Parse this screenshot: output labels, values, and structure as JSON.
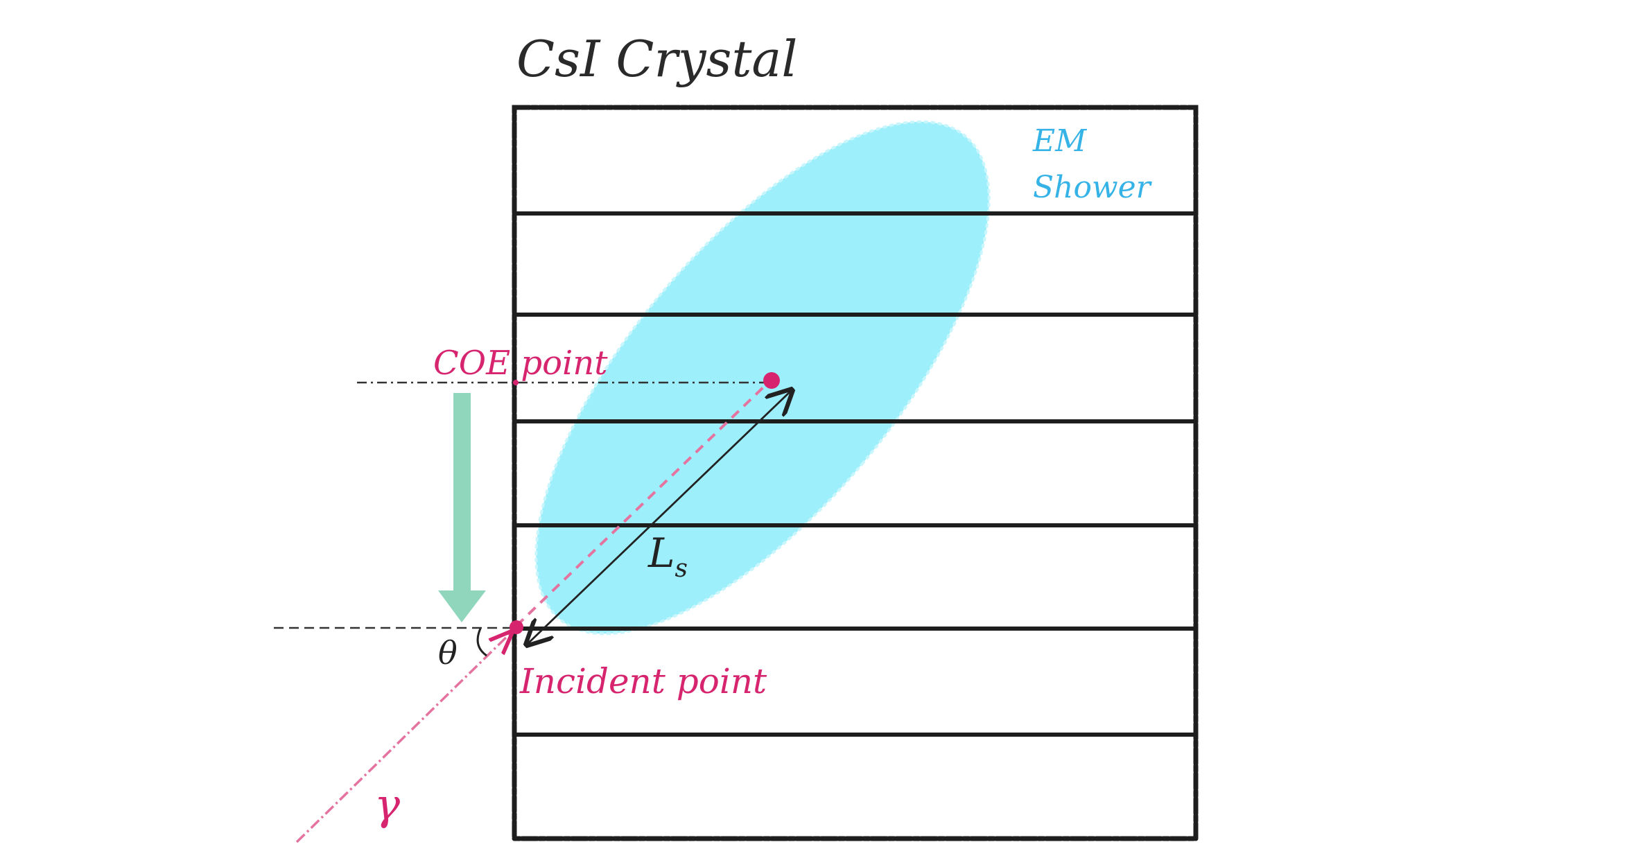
{
  "title": "CsI Crystal",
  "labels": {
    "shower_line1": "EM",
    "shower_line2": "Shower",
    "coe_point": "COE point",
    "incident_point": "Incident point",
    "angle": "θ",
    "length_main": "L",
    "length_sub": "s",
    "gamma": "γ"
  },
  "colors": {
    "ink": "#222222",
    "magenta": "#d6246e",
    "shower_fill": "#9df0fb",
    "shower_text": "#35b3e6",
    "arrow_green": "#8fd6bd"
  },
  "icons": {
    "shift_arrow": "down-arrow-icon"
  }
}
